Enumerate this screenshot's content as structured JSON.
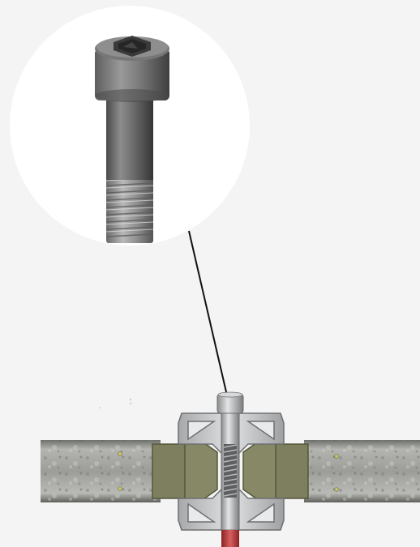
{
  "figure": {
    "subject": "cap-screw-detail",
    "callout": "magnified-socket-head-cap-screw",
    "assembly": "clamp-block-on-bar-with-threaded-screw"
  },
  "colors": {
    "background": "#f4f4f4",
    "callout_circle": "#ffffff",
    "screw_steel": "#8a8a8a",
    "screw_dark": "#4a4a4a",
    "bar_steel": "#a9aaa6",
    "clamp_olive": "#7d7f5f",
    "clamp_frame": "#c7c9cb",
    "wire_red": "#b83a3a",
    "leader_line": "#111111"
  }
}
